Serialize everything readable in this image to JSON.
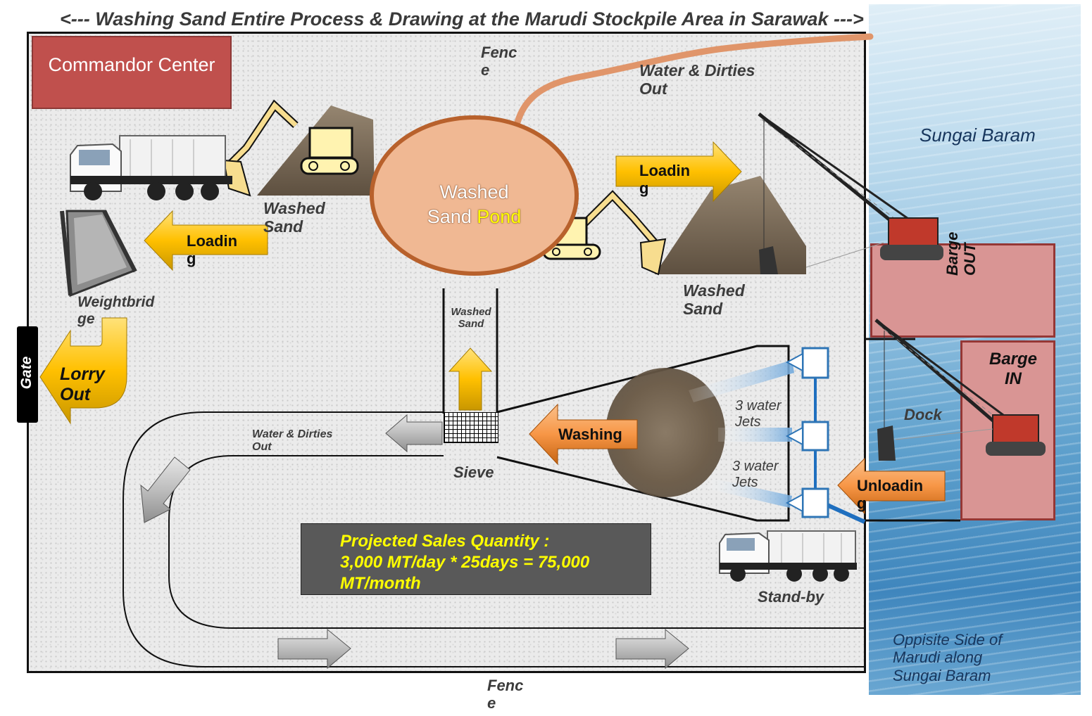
{
  "title": "<---   Washing Sand Entire Process & Drawing at the Marudi Stockpile Area in Sarawak   --->",
  "commandor_center": "Commandor Center",
  "fence_top": "Fenc\ne",
  "fence_bottom": "Fenc\ne",
  "water_dirties_out_top": "Water & Dirties\nOut",
  "water_dirties_out_bottom": "Water & Dirties\nOut",
  "washed_sand_left": "Washed\nSand",
  "washed_sand_right": "Washed\nSand",
  "washed_sand_channel": "Washed\nSand",
  "pond": {
    "line1": "Washed",
    "line2_a": "Sand ",
    "line2_b": "Pond"
  },
  "loading_left": "Loadin\ng",
  "loading_right": "Loadin\ng",
  "unloading": "Unloadin\ng",
  "washing": "Washing",
  "weightbridge": "Weightbrid\nge",
  "lorry_out": "Lorry\nOut",
  "gate": "Gate",
  "sieve": "Sieve",
  "water_jets_upper": "3 water\nJets",
  "water_jets_lower": "3 water\nJets",
  "standby": "Stand-by",
  "dock": "Dock",
  "barge_out": "Barge\nOUT",
  "barge_in": "Barge\nIN",
  "river_name": "Sungai Baram",
  "opposite_side": "Oppisite Side of\nMarudi along\nSungai Baram",
  "projected": {
    "line1": "Projected Sales Quantity :",
    "line2": "3,000 MT/day * 25days = 75,000",
    "line3": "MT/month"
  },
  "colors": {
    "commandor": "#c0504d",
    "pond_fill": "#f0b893",
    "pond_border": "#b8612c",
    "loading_arrow": "#ffc000",
    "washing_arrow": "#f79646",
    "barge": "#d99594",
    "projection_box": "#595959",
    "projection_text": "#ffff00",
    "river": "#4f94c9"
  },
  "icons": [
    "dump-truck-icon",
    "excavator-icon",
    "crane-icon",
    "weightbridge-icon",
    "sand-pile-icon",
    "water-jet-icon"
  ]
}
